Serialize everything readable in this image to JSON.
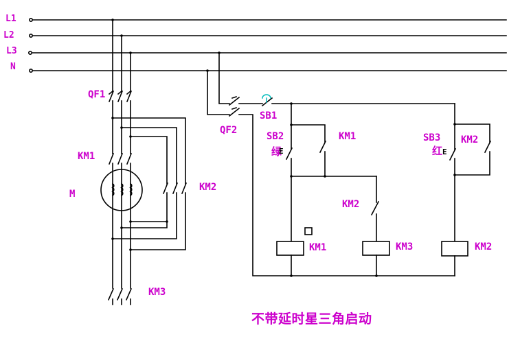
{
  "diagram": {
    "title": "不带延时星三角启动",
    "labels": {
      "l1": "L1",
      "l2": "L2",
      "l3": "L3",
      "n": "N",
      "qf1": "QF1",
      "qf2": "QF2",
      "km1_main": "KM1",
      "km2_main": "KM2",
      "km3_main": "KM3",
      "motor": "M",
      "sb1": "SB1",
      "sb2": "SB2",
      "sb2_color": "绿",
      "sb3": "SB3",
      "sb3_color": "红",
      "km1_aux": "KM1",
      "km2_nc": "KM2",
      "km2_aux": "KM2",
      "km1_coil": "KM1",
      "km3_coil": "KM3",
      "km2_coil": "KM2",
      "sb2_actuator": "E",
      "sb3_actuator": "E"
    },
    "colors": {
      "label_magenta": "#cc00cc",
      "line_black": "#000000",
      "button_head_cyan": "#00bcbc",
      "background": "#ffffff"
    }
  }
}
